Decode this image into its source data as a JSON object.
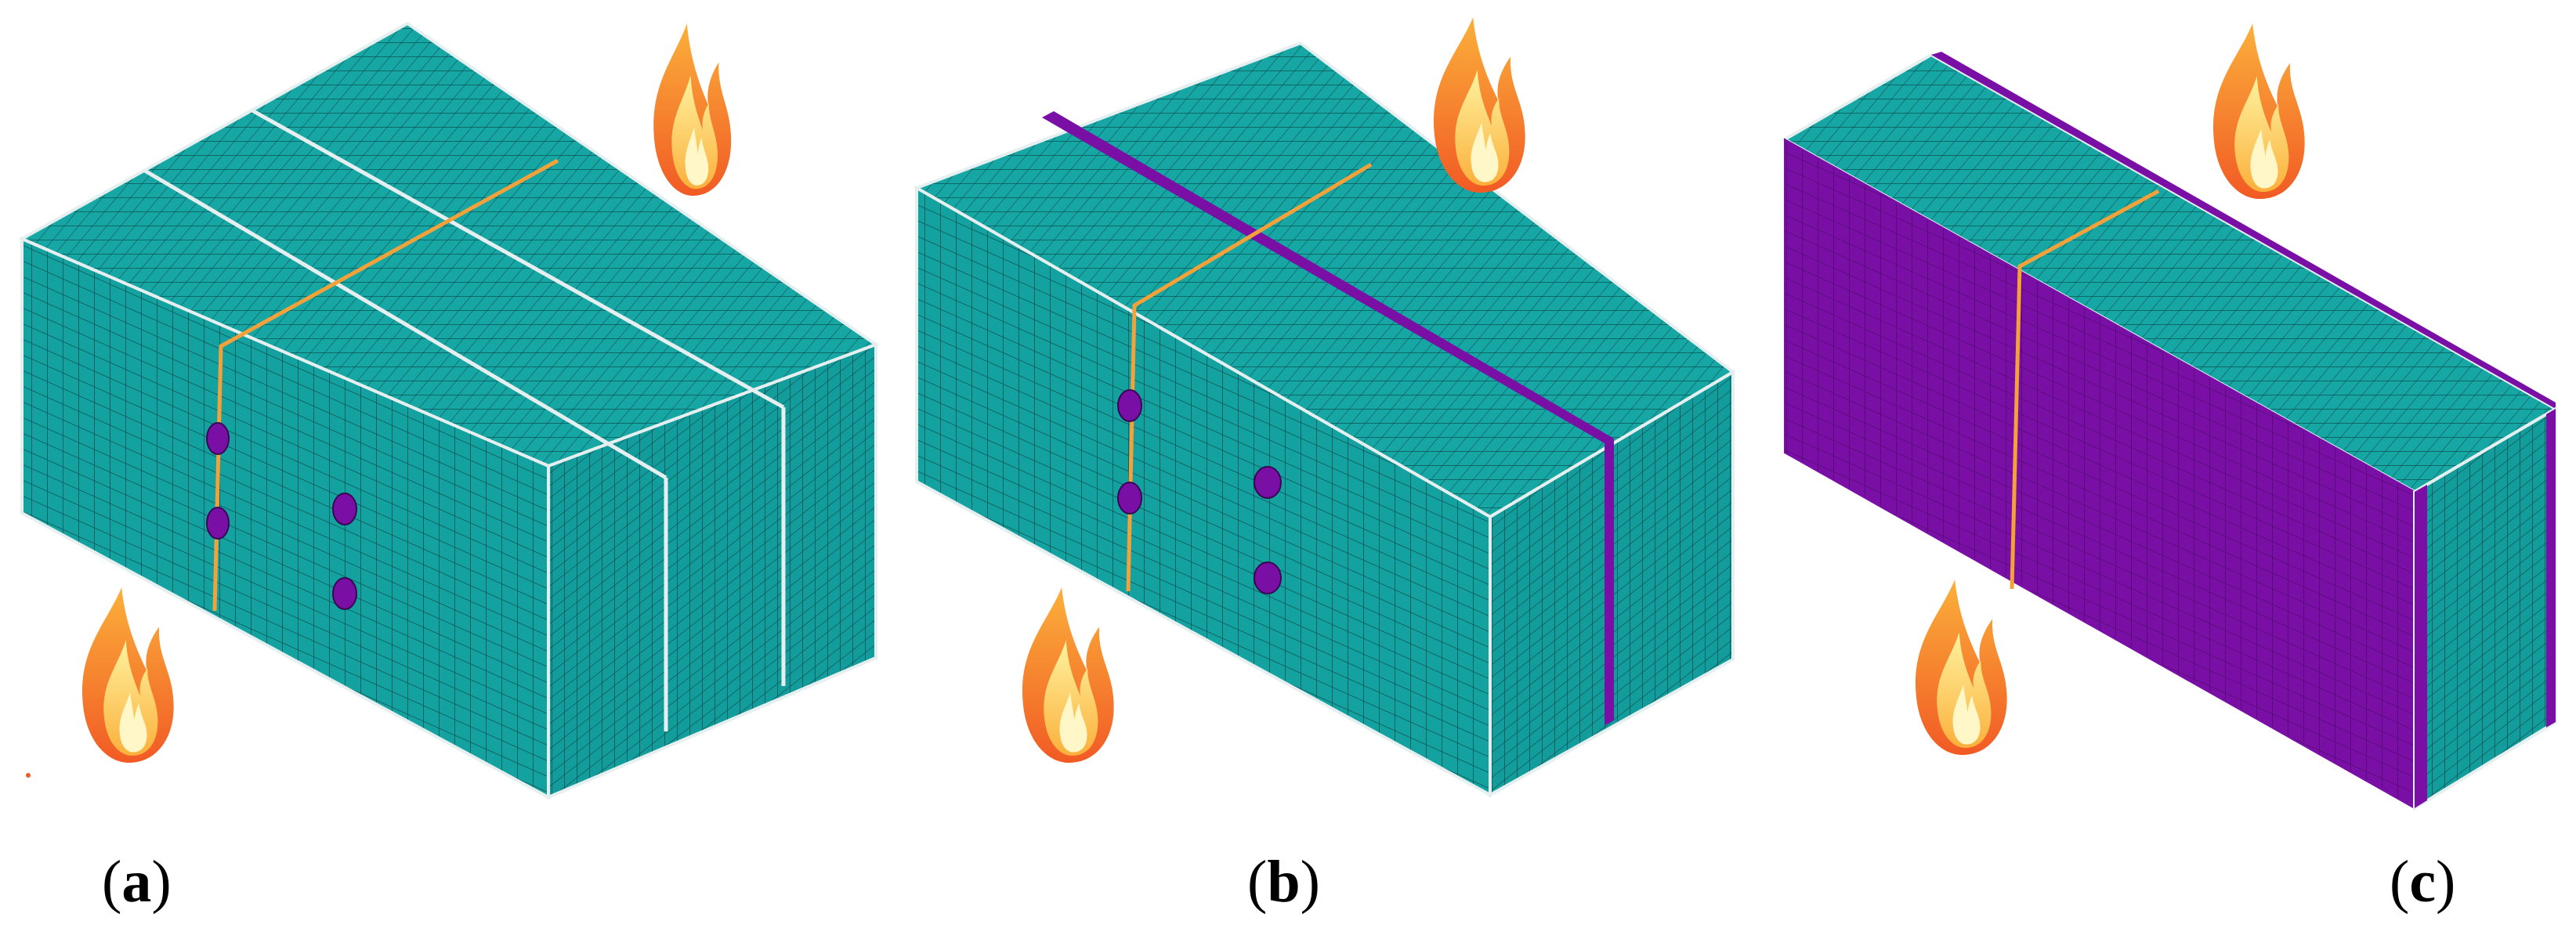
{
  "figure": {
    "panels": [
      {
        "id": "a",
        "label": "a"
      },
      {
        "id": "b",
        "label": "b"
      },
      {
        "id": "c",
        "label": "c"
      }
    ]
  },
  "colors": {
    "mesh_face": "#16a7a4",
    "mesh_face_alt": "#12999a",
    "mesh_line": "#0c4a4c",
    "edge": "#e6efef",
    "purple": "#7a0fa6",
    "orange_line": "#f4a13a",
    "flame_outer": "#f15a24",
    "flame_mid": "#fbb03b",
    "flame_inner": "#fff3a0"
  },
  "icons": [
    "flame-icon"
  ]
}
